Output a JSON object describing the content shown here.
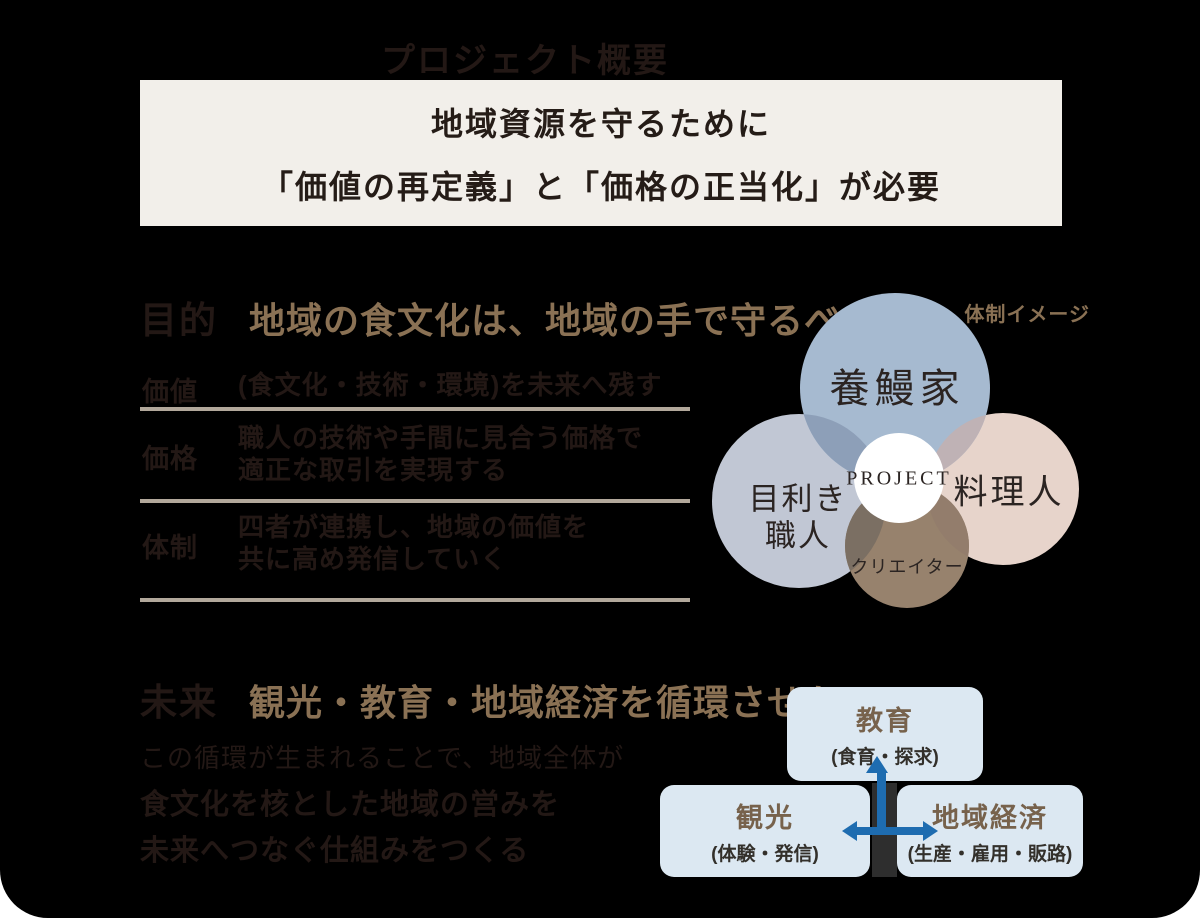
{
  "page": {
    "title": "プロジェクト概要"
  },
  "message_box": {
    "line1": "地域資源を守るために",
    "line2": "「価値の再定義」と「価格の正当化」が必要"
  },
  "section_purpose": {
    "label": "目的",
    "heading": "地域の食文化は、地域の手で守るべきだ",
    "rows": [
      {
        "label": "価値",
        "lines": [
          "(食文化・技術・環境)を未来へ残す"
        ]
      },
      {
        "label": "価格",
        "lines": [
          "職人の技術や手間に見合う価格で",
          "適正な取引を実現する"
        ]
      },
      {
        "label": "体制",
        "lines": [
          "四者が連携し、地域の価値を",
          "共に高め発信していく"
        ]
      }
    ]
  },
  "venn": {
    "caption": "体制イメージ",
    "center_label": "PROJECT",
    "circles": [
      {
        "label": "養鰻家",
        "color": "#a6bad0"
      },
      {
        "label": "料理人",
        "color": "#e7d4cb"
      },
      {
        "label_line1": "目利き",
        "label_line2": "職人",
        "color": "#c1c7d4"
      },
      {
        "label": "クリエイター",
        "color": "#97826d"
      }
    ]
  },
  "section_future": {
    "label": "未来",
    "heading": "観光・教育・地域経済を循環させたい",
    "lines": [
      "この循環が生まれることで、地域全体が",
      "食文化を核とした地域の営みを",
      "未来へつなぐ仕組みをつくる"
    ]
  },
  "flow": {
    "nodes": [
      {
        "title": "教育",
        "subtitle": "(食育・探求)"
      },
      {
        "title": "観光",
        "subtitle": "(体験・発信)"
      },
      {
        "title": "地域経済",
        "subtitle": "(生産・雇用・販路)"
      }
    ],
    "arrow_color": "#1e6cb0",
    "box_color": "#dce8f2"
  },
  "colors": {
    "background": "#000000",
    "message_box_bg": "#f2efea",
    "dark_text": "#231815",
    "brown_accent": "#8a7154",
    "divider": "#b2a89b"
  }
}
